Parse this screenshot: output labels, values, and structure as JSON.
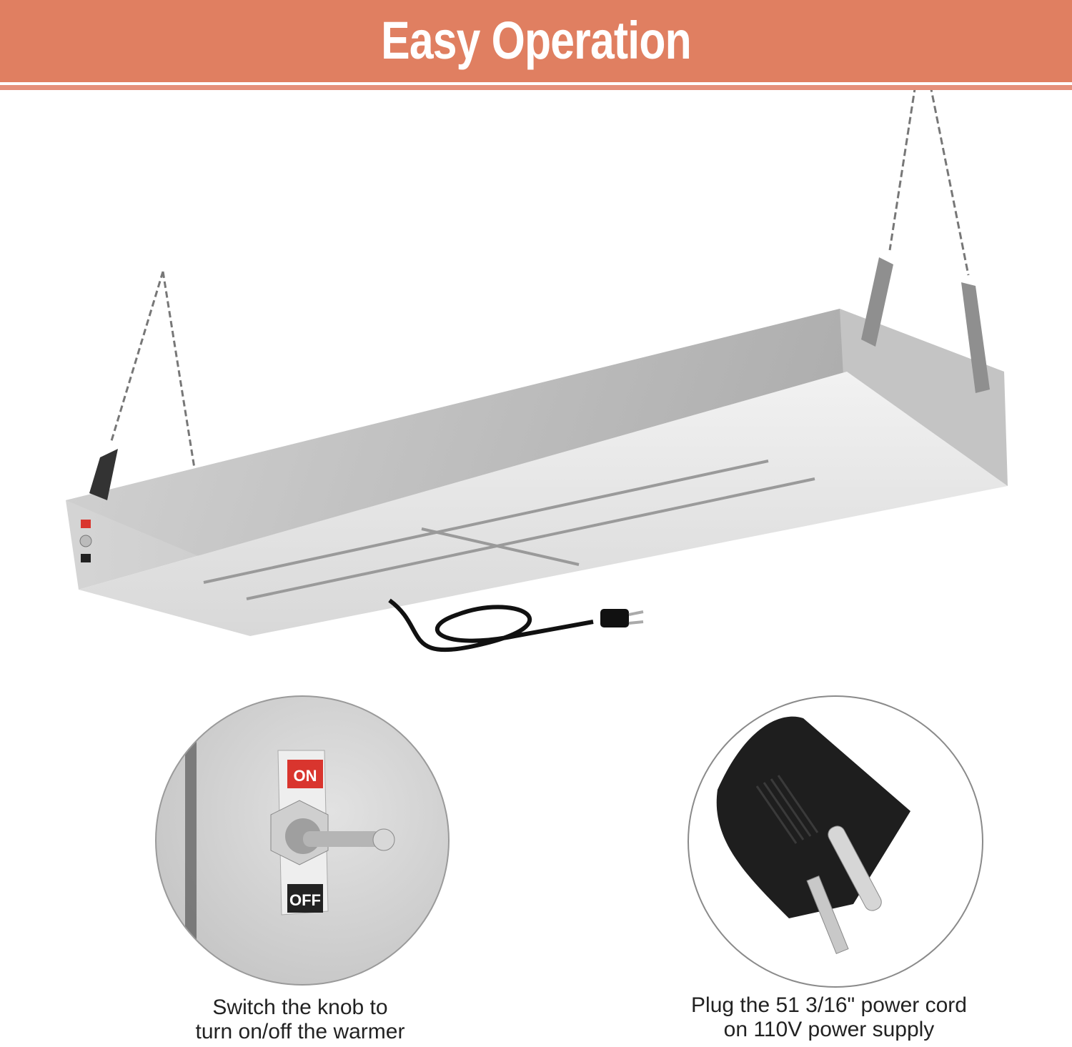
{
  "banner": {
    "title": "Easy Operation",
    "background_color": "#e07f61",
    "text_color": "#ffffff"
  },
  "product": {
    "name": "overhead-food-warmer",
    "switch_labels": {
      "on": "ON",
      "off": "OFF"
    },
    "on_label_color": "#d9352e",
    "off_label_color": "#222222"
  },
  "details": [
    {
      "id": "switch",
      "icon": "toggle-switch-icon",
      "labels": {
        "on": "ON",
        "off": "OFF"
      },
      "caption_line1": "Switch the knob to",
      "caption_line2": "turn on/off the warmer"
    },
    {
      "id": "plug",
      "icon": "power-plug-icon",
      "caption_line1": "Plug the 51 3/16\" power cord",
      "caption_line2": "on 110V power supply"
    }
  ]
}
